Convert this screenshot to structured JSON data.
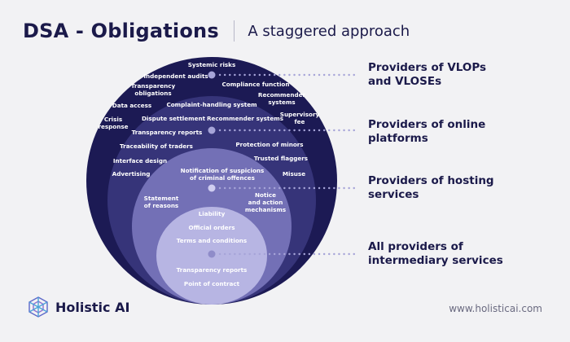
{
  "header": {
    "title": "DSA - Obligations",
    "subtitle": "A staggered approach"
  },
  "colors": {
    "outer": "#1c1a54",
    "online": "#363479",
    "hosting": "#7370b6",
    "intermediary": "#b7b5e3",
    "dot": "#a6a4d8",
    "text": "#1b1a4a"
  },
  "levels": {
    "vlop": [
      "Systemic risks",
      "Independent audits",
      "Compliance function",
      "Transparency",
      "obligations",
      "Recommender",
      "systems",
      "Data access",
      "Supervisory",
      "fee",
      "Crisis",
      "response"
    ],
    "online": [
      "Complaint-handling system",
      "Dispute settlement",
      "Recommender systems",
      "Transparency reports",
      "Traceability of traders",
      "Protection of minors",
      "Interface design",
      "Trusted flaggers",
      "Advertising",
      "Misuse"
    ],
    "hosting": [
      "Notification of suspicions",
      "of criminal offences",
      "Statement",
      "of reasons",
      "Notice",
      "and action",
      "mechanisms"
    ],
    "intermediary": [
      "Liability",
      "Official orders",
      "Terms and conditions",
      "Transparency reports",
      "Point of contract"
    ]
  },
  "providers": [
    {
      "line1": "Providers of VLOPs",
      "line2": "and VLOSEs"
    },
    {
      "line1": "Providers of online",
      "line2": "platforms"
    },
    {
      "line1": "Providers of hosting",
      "line2": "services"
    },
    {
      "line1": "All providers of",
      "line2": "intermediary services"
    }
  ],
  "footer": {
    "brand": "Holistic AI",
    "url": "www.holisticai.com"
  },
  "icons": {
    "logo": "holistic-ai-logo-icon"
  }
}
